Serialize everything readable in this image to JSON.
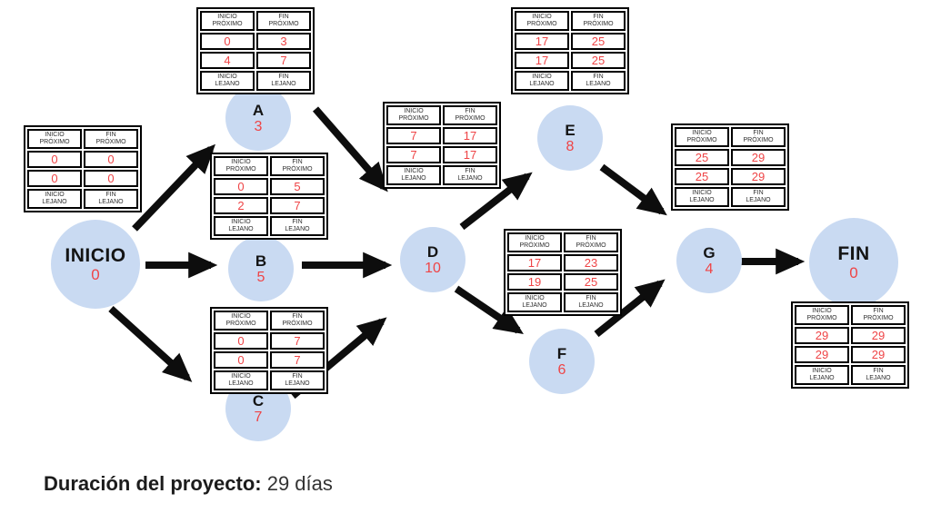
{
  "diagram_type": "pert-cpm-network",
  "table_headers": {
    "inicio_proximo": "INICIO\nPRÓXIMO",
    "fin_proximo": "FIN\nPRÓXIMO",
    "inicio_lejano": "INICIO\nLEJANO",
    "fin_lejano": "FIN\nLEJANO"
  },
  "nodes": {
    "inicio": {
      "label": "INICIO",
      "duration": "0"
    },
    "a": {
      "label": "A",
      "duration": "3"
    },
    "b": {
      "label": "B",
      "duration": "5"
    },
    "c": {
      "label": "C",
      "duration": "7"
    },
    "d": {
      "label": "D",
      "duration": "10"
    },
    "e": {
      "label": "E",
      "duration": "8"
    },
    "f": {
      "label": "F",
      "duration": "6"
    },
    "g": {
      "label": "G",
      "duration": "4"
    },
    "fin": {
      "label": "FIN",
      "duration": "0"
    }
  },
  "tables": {
    "inicio": {
      "es": "0",
      "ef": "0",
      "ls": "0",
      "lf": "0"
    },
    "a": {
      "es": "0",
      "ef": "3",
      "ls": "4",
      "lf": "7"
    },
    "b": {
      "es": "0",
      "ef": "5",
      "ls": "2",
      "lf": "7"
    },
    "c": {
      "es": "0",
      "ef": "7",
      "ls": "0",
      "lf": "7"
    },
    "d": {
      "es": "7",
      "ef": "17",
      "ls": "7",
      "lf": "17"
    },
    "e": {
      "es": "17",
      "ef": "25",
      "ls": "17",
      "lf": "25"
    },
    "f": {
      "es": "17",
      "ef": "23",
      "ls": "19",
      "lf": "25"
    },
    "g": {
      "es": "25",
      "ef": "29",
      "ls": "25",
      "lf": "29"
    },
    "fin": {
      "es": "29",
      "ef": "29",
      "ls": "29",
      "lf": "29"
    }
  },
  "caption": {
    "label": "Duración del proyecto:",
    "value": " 29 días"
  },
  "colors": {
    "node_fill": "#c9daf2",
    "value_red": "#ef4446",
    "arrow_black": "#0d0d0d",
    "table_border": "#000000"
  }
}
